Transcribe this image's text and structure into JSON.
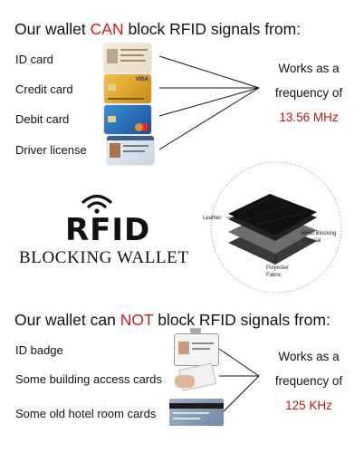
{
  "top": {
    "heading_pre": "Our wallet ",
    "heading_emph": "CAN",
    "heading_post": " block RFID signals from:",
    "items": [
      {
        "label": "ID card"
      },
      {
        "label": "Credit card"
      },
      {
        "label": "Debit card"
      },
      {
        "label": "Driver license"
      }
    ],
    "works_line1": "Works as a",
    "works_line2": "frequency of",
    "frequency": "13.56 MHz"
  },
  "logo": {
    "rfid": "RFID",
    "subtitle": "BLOCKING WALLET"
  },
  "diagram": {
    "layers": [
      "Leather",
      "RFID Blocking Material",
      "Polyester Fabric"
    ]
  },
  "bottom": {
    "heading_pre": "Our wallet can ",
    "heading_emph": "NOT",
    "heading_post": " block RFID signals from:",
    "items": [
      {
        "label": "ID badge"
      },
      {
        "label": "Some building access cards"
      },
      {
        "label": "Some old hotel room cards"
      }
    ],
    "works_line1": "Works as a",
    "works_line2": "frequency of",
    "frequency": "125 KHz"
  },
  "colors": {
    "accent_red": "#c8201e",
    "frequency_red": "#b11a14"
  }
}
